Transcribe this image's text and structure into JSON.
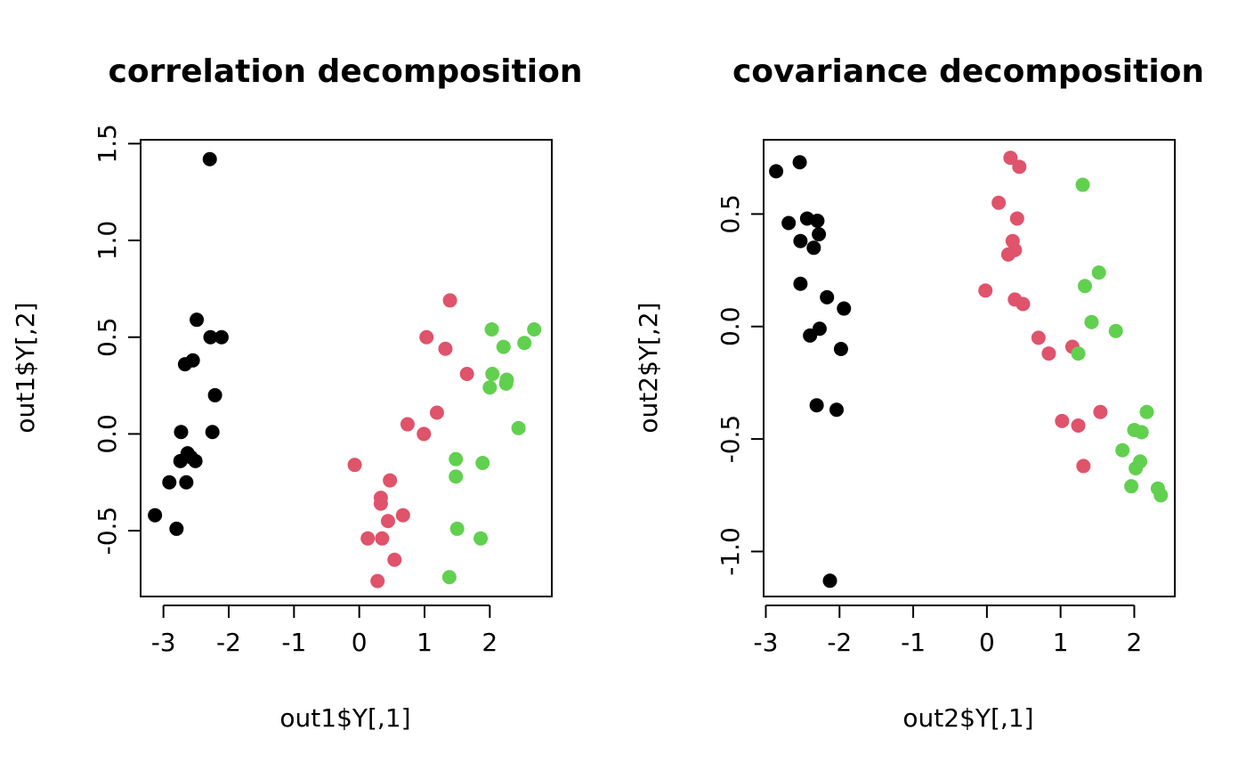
{
  "chart_data": [
    {
      "type": "scatter",
      "title": "correlation decomposition",
      "xlabel": "out1$Y[,1]",
      "ylabel": "out1$Y[,2]",
      "xlim": [
        -3.35,
        2.95
      ],
      "ylim": [
        -0.84,
        1.52
      ],
      "xticks": [
        {
          "value": -3,
          "label": "-3"
        },
        {
          "value": -2,
          "label": "-2"
        },
        {
          "value": -1,
          "label": "-1"
        },
        {
          "value": 0,
          "label": "0"
        },
        {
          "value": 1,
          "label": "1"
        },
        {
          "value": 2,
          "label": "2"
        }
      ],
      "yticks": [
        {
          "value": -0.5,
          "label": "-0.5"
        },
        {
          "value": 0.0,
          "label": "0.0"
        },
        {
          "value": 0.5,
          "label": "0.5"
        },
        {
          "value": 1.0,
          "label": "1.0"
        },
        {
          "value": 1.5,
          "label": "1.5"
        }
      ],
      "grid": false,
      "series": [
        {
          "color": "#000000",
          "points": [
            [
              -2.29,
              1.42
            ],
            [
              -2.49,
              0.59
            ],
            [
              -2.28,
              0.5
            ],
            [
              -2.11,
              0.5
            ],
            [
              -2.55,
              0.38
            ],
            [
              -2.67,
              0.36
            ],
            [
              -2.21,
              0.2
            ],
            [
              -2.73,
              0.01
            ],
            [
              -2.25,
              0.01
            ],
            [
              -2.63,
              -0.1
            ],
            [
              -2.58,
              -0.12
            ],
            [
              -2.51,
              -0.14
            ],
            [
              -2.74,
              -0.14
            ],
            [
              -2.91,
              -0.25
            ],
            [
              -2.65,
              -0.25
            ],
            [
              -3.13,
              -0.42
            ],
            [
              -2.8,
              -0.49
            ]
          ]
        },
        {
          "color": "#df536b",
          "points": [
            [
              1.39,
              0.69
            ],
            [
              1.03,
              0.5
            ],
            [
              1.32,
              0.44
            ],
            [
              1.65,
              0.31
            ],
            [
              1.19,
              0.11
            ],
            [
              0.74,
              0.05
            ],
            [
              0.99,
              0.0
            ],
            [
              -0.07,
              -0.16
            ],
            [
              0.47,
              -0.24
            ],
            [
              0.33,
              -0.33
            ],
            [
              0.33,
              -0.36
            ],
            [
              0.67,
              -0.42
            ],
            [
              0.44,
              -0.45
            ],
            [
              0.13,
              -0.54
            ],
            [
              0.35,
              -0.54
            ],
            [
              0.54,
              -0.65
            ],
            [
              0.28,
              -0.76
            ]
          ]
        },
        {
          "color": "#61d04f",
          "points": [
            [
              2.68,
              0.54
            ],
            [
              2.03,
              0.54
            ],
            [
              2.53,
              0.47
            ],
            [
              2.21,
              0.45
            ],
            [
              2.04,
              0.31
            ],
            [
              2.26,
              0.28
            ],
            [
              2.25,
              0.26
            ],
            [
              2.0,
              0.24
            ],
            [
              2.44,
              0.03
            ],
            [
              1.48,
              -0.13
            ],
            [
              1.89,
              -0.15
            ],
            [
              1.48,
              -0.22
            ],
            [
              1.5,
              -0.49
            ],
            [
              1.86,
              -0.54
            ],
            [
              1.38,
              -0.74
            ]
          ]
        }
      ]
    },
    {
      "type": "scatter",
      "title": "covariance decomposition",
      "xlabel": "out2$Y[,1]",
      "ylabel": "out2$Y[,2]",
      "xlim": [
        -3.03,
        2.55
      ],
      "ylim": [
        -1.2,
        0.83
      ],
      "xticks": [
        {
          "value": -3,
          "label": "-3"
        },
        {
          "value": -2,
          "label": "-2"
        },
        {
          "value": -1,
          "label": "-1"
        },
        {
          "value": 0,
          "label": "0"
        },
        {
          "value": 1,
          "label": "1"
        },
        {
          "value": 2,
          "label": "2"
        }
      ],
      "yticks": [
        {
          "value": -1.0,
          "label": "-1.0"
        },
        {
          "value": -0.5,
          "label": "-0.5"
        },
        {
          "value": 0.0,
          "label": "0.0"
        },
        {
          "value": 0.5,
          "label": "0.5"
        }
      ],
      "grid": false,
      "series": [
        {
          "color": "#000000",
          "points": [
            [
              -2.54,
              0.73
            ],
            [
              -2.86,
              0.69
            ],
            [
              -2.44,
              0.48
            ],
            [
              -2.3,
              0.47
            ],
            [
              -2.69,
              0.46
            ],
            [
              -2.28,
              0.41
            ],
            [
              -2.53,
              0.38
            ],
            [
              -2.35,
              0.35
            ],
            [
              -2.53,
              0.19
            ],
            [
              -2.17,
              0.13
            ],
            [
              -1.94,
              0.08
            ],
            [
              -2.27,
              -0.01
            ],
            [
              -2.4,
              -0.04
            ],
            [
              -1.98,
              -0.1
            ],
            [
              -2.31,
              -0.35
            ],
            [
              -2.04,
              -0.37
            ],
            [
              -2.13,
              -1.13
            ]
          ]
        },
        {
          "color": "#df536b",
          "points": [
            [
              0.32,
              0.75
            ],
            [
              0.44,
              0.71
            ],
            [
              0.16,
              0.55
            ],
            [
              0.41,
              0.48
            ],
            [
              0.35,
              0.38
            ],
            [
              0.38,
              0.34
            ],
            [
              0.29,
              0.32
            ],
            [
              -0.02,
              0.16
            ],
            [
              0.38,
              0.12
            ],
            [
              0.49,
              0.1
            ],
            [
              0.7,
              -0.05
            ],
            [
              0.84,
              -0.12
            ],
            [
              1.16,
              -0.09
            ],
            [
              1.02,
              -0.42
            ],
            [
              1.24,
              -0.44
            ],
            [
              1.54,
              -0.38
            ],
            [
              1.31,
              -0.62
            ]
          ]
        },
        {
          "color": "#61d04f",
          "points": [
            [
              1.3,
              0.63
            ],
            [
              1.52,
              0.24
            ],
            [
              1.33,
              0.18
            ],
            [
              1.42,
              0.02
            ],
            [
              1.75,
              -0.02
            ],
            [
              1.24,
              -0.12
            ],
            [
              2.17,
              -0.38
            ],
            [
              2.0,
              -0.46
            ],
            [
              2.1,
              -0.47
            ],
            [
              1.84,
              -0.55
            ],
            [
              2.08,
              -0.6
            ],
            [
              2.02,
              -0.63
            ],
            [
              1.96,
              -0.71
            ],
            [
              2.32,
              -0.72
            ],
            [
              2.36,
              -0.75
            ]
          ]
        }
      ]
    }
  ]
}
